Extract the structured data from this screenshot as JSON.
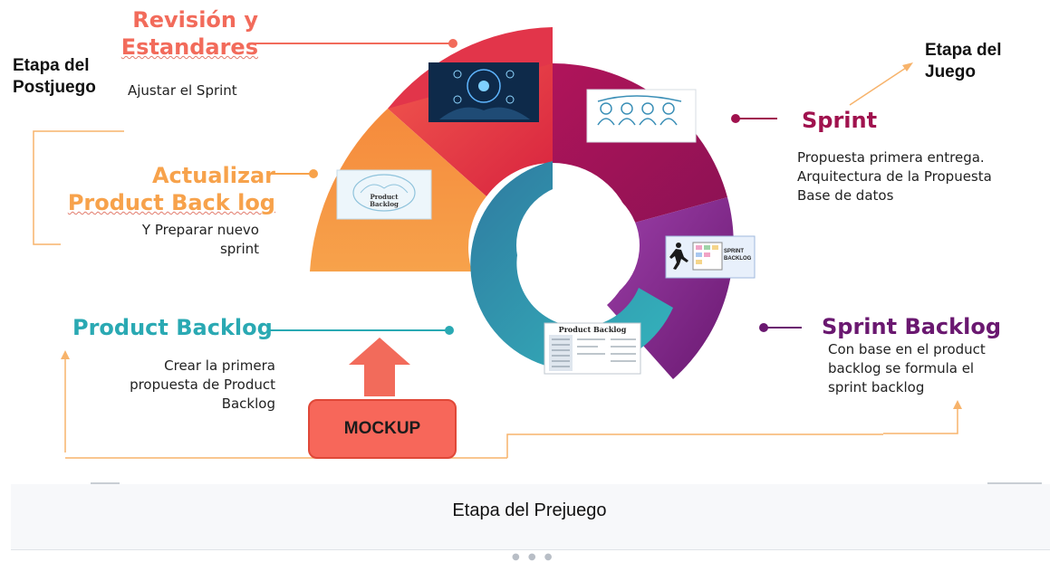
{
  "stages": {
    "postgame": "Etapa del\nPostjuego",
    "game": "Etapa del\nJuego",
    "pregame": "Etapa del Prejuego"
  },
  "segments": {
    "revision": {
      "title_line1": "Revisión y",
      "title_line2": "Estandares",
      "desc": "Ajustar el Sprint",
      "color": "#f26b5b"
    },
    "actualizar": {
      "title_line1": "Actualizar",
      "title_line2": "Product Back log",
      "desc": "Y Preparar nuevo\nsprint",
      "color": "#f7a24b"
    },
    "product_backlog": {
      "title": "Product Backlog",
      "desc": "Crear la primera\npropuesta de Product\nBacklog",
      "color": "#2aa9b3"
    },
    "sprint": {
      "title": "Sprint",
      "desc": "Propuesta primera entrega.\nArquitectura de la Propuesta\nBase de datos",
      "color": "#a0124e"
    },
    "sprint_backlog": {
      "title": "Sprint Backlog",
      "desc": "Con base en el product\nbacklog se formula el\nsprint backlog",
      "color": "#6a1870"
    }
  },
  "images": {
    "product_backlog_card": "Product\nBacklog",
    "sprint_backlog_card": "SPRINT\nBACKLOG",
    "backlog_doc": "Product Backlog"
  },
  "mockup_label": "MOCKUP",
  "icons": {
    "tech": "technology-hands-icon",
    "sprint_people": "sprint-people-icon",
    "runner": "runner-icon",
    "brain": "brain-icon",
    "document": "document-icon",
    "arrow_up": "arrow-up-icon"
  }
}
